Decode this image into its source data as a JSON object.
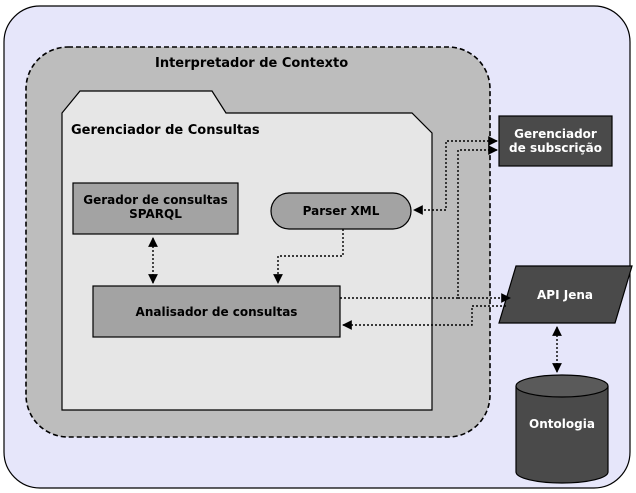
{
  "interpreter": {
    "title": "Interpretador de Contexto"
  },
  "query_manager": {
    "title": "Gerenciador de Consultas"
  },
  "sparql_generator": {
    "line1": "Gerador de consultas",
    "line2": "SPARQL"
  },
  "xml_parser": {
    "label": "Parser XML"
  },
  "query_analyzer": {
    "label": "Analisador de consultas"
  },
  "subscription_manager": {
    "line1": "Gerenciador",
    "line2": "de subscrição"
  },
  "jena_api": {
    "label": "API Jena"
  },
  "ontology": {
    "label": "Ontologia"
  },
  "colors": {
    "outer_background": "#e6e6fa",
    "interpreter_fill": "#bdbdbd",
    "manager_fill": "#e6e6e6",
    "component_fill": "#a3a3a3",
    "external_fill": "#4a4a4a",
    "connector": "#000000"
  }
}
